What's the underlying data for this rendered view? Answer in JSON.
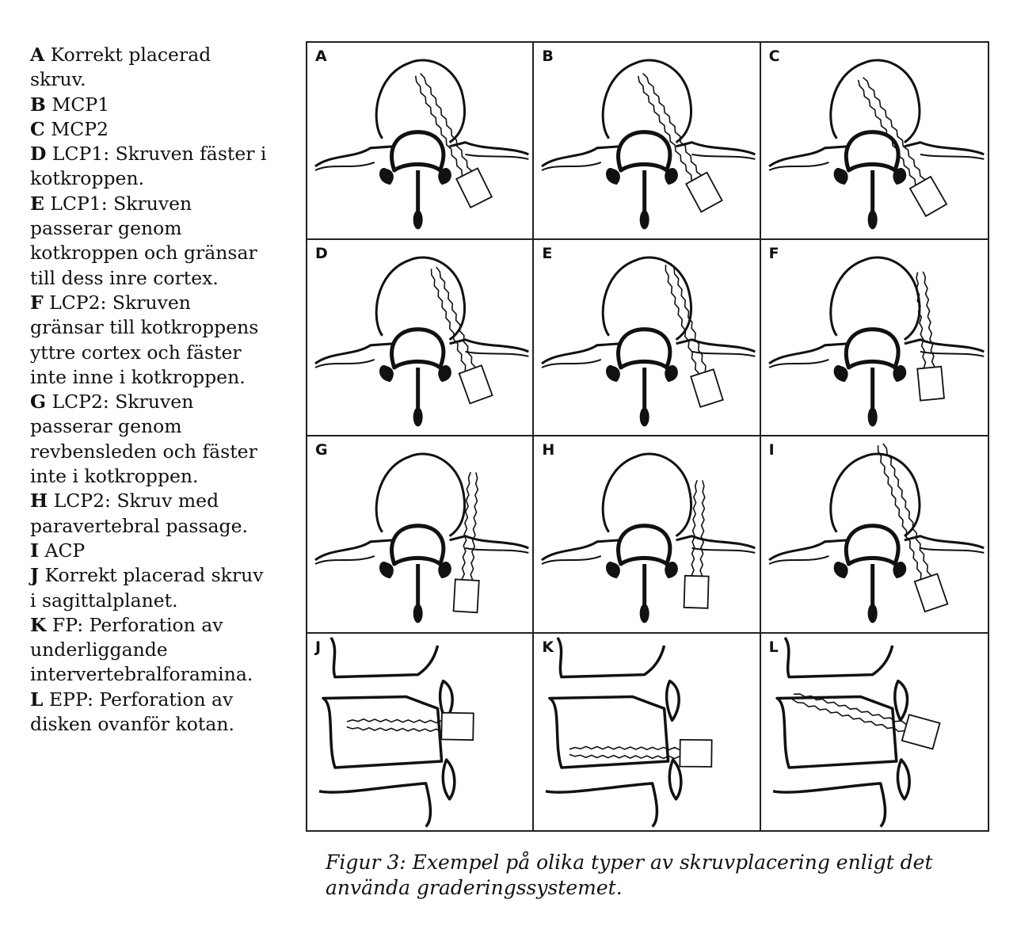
{
  "legend": [
    {
      "key": "A",
      "text": "Korrekt placerad skruv."
    },
    {
      "key": "B",
      "text": "MCP1"
    },
    {
      "key": "C",
      "text": "MCP2"
    },
    {
      "key": "D",
      "text": "LCP1: Skruven fäster i kotkroppen."
    },
    {
      "key": "E",
      "text": "LCP1: Skruven passerar genom kotkroppen och gränsar till dess inre cortex."
    },
    {
      "key": "F",
      "text": "LCP2: Skruven gränsar till kotkroppens yttre cortex och fäster inte inne i kotkroppen."
    },
    {
      "key": "G",
      "text": "LCP2: Skruven passerar genom revbensleden och fäster inte i kotkroppen."
    },
    {
      "key": "H",
      "text": "LCP2: Skruv med paravertebral passage."
    },
    {
      "key": "I",
      "text": "ACP"
    },
    {
      "key": "J",
      "text": "Korrekt placerad skruv i sagittalplanet."
    },
    {
      "key": "K",
      "text": "FP: Perforation av underliggande intervertebralforamina."
    },
    {
      "key": "L",
      "text": "EPP: Perforation av disken ovanför kotan."
    }
  ],
  "panels": [
    "A",
    "B",
    "C",
    "D",
    "E",
    "F",
    "G",
    "H",
    "I",
    "J",
    "K",
    "L"
  ],
  "caption": "Figur 3: Exempel på olika typer av skruvplacering enligt det använda graderingssystemet."
}
